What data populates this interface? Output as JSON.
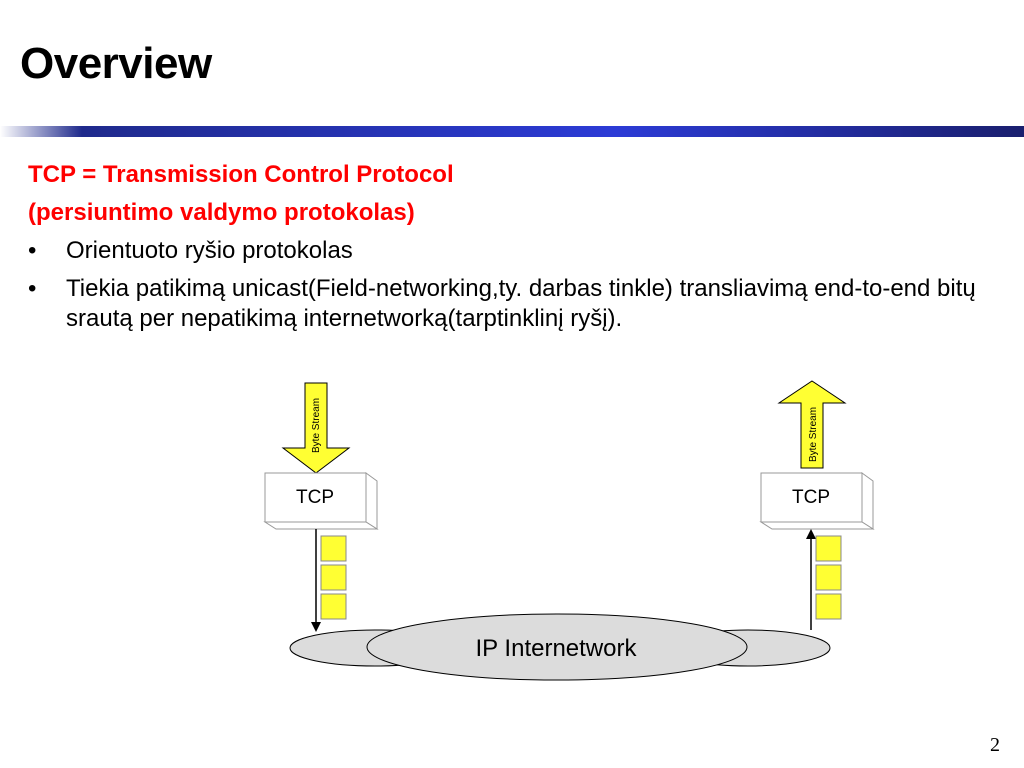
{
  "slide": {
    "title": "Overview",
    "accent_color": "#ff0000",
    "bar_color": "#2c3bd6",
    "page_number": "2"
  },
  "content": {
    "heading_line1": "TCP = Transmission Control Protocol",
    "heading_line2": "(persiuntimo valdymo protokolas)",
    "bullets": [
      "Orientuoto ryšio protokolas",
      "Tiekia patikimą  unicast(Field-networking,ty. darbas tinkle) transliavimą end-to-end bitų srautą per nepatikimą internetworką(tarptinklinį ryšį)."
    ],
    "bullet_glyph": "•"
  },
  "diagram": {
    "left_arrow_label": "Byte Stream",
    "right_arrow_label": "Byte Stream",
    "left_box_label": "TCP",
    "right_box_label": "TCP",
    "cloud_label": "IP Internetwork",
    "arrow_fill": "#ffff33",
    "segment_fill": "#ffff33",
    "cloud_fill": "#dcdcdc",
    "box_fill": "#ffffff"
  }
}
